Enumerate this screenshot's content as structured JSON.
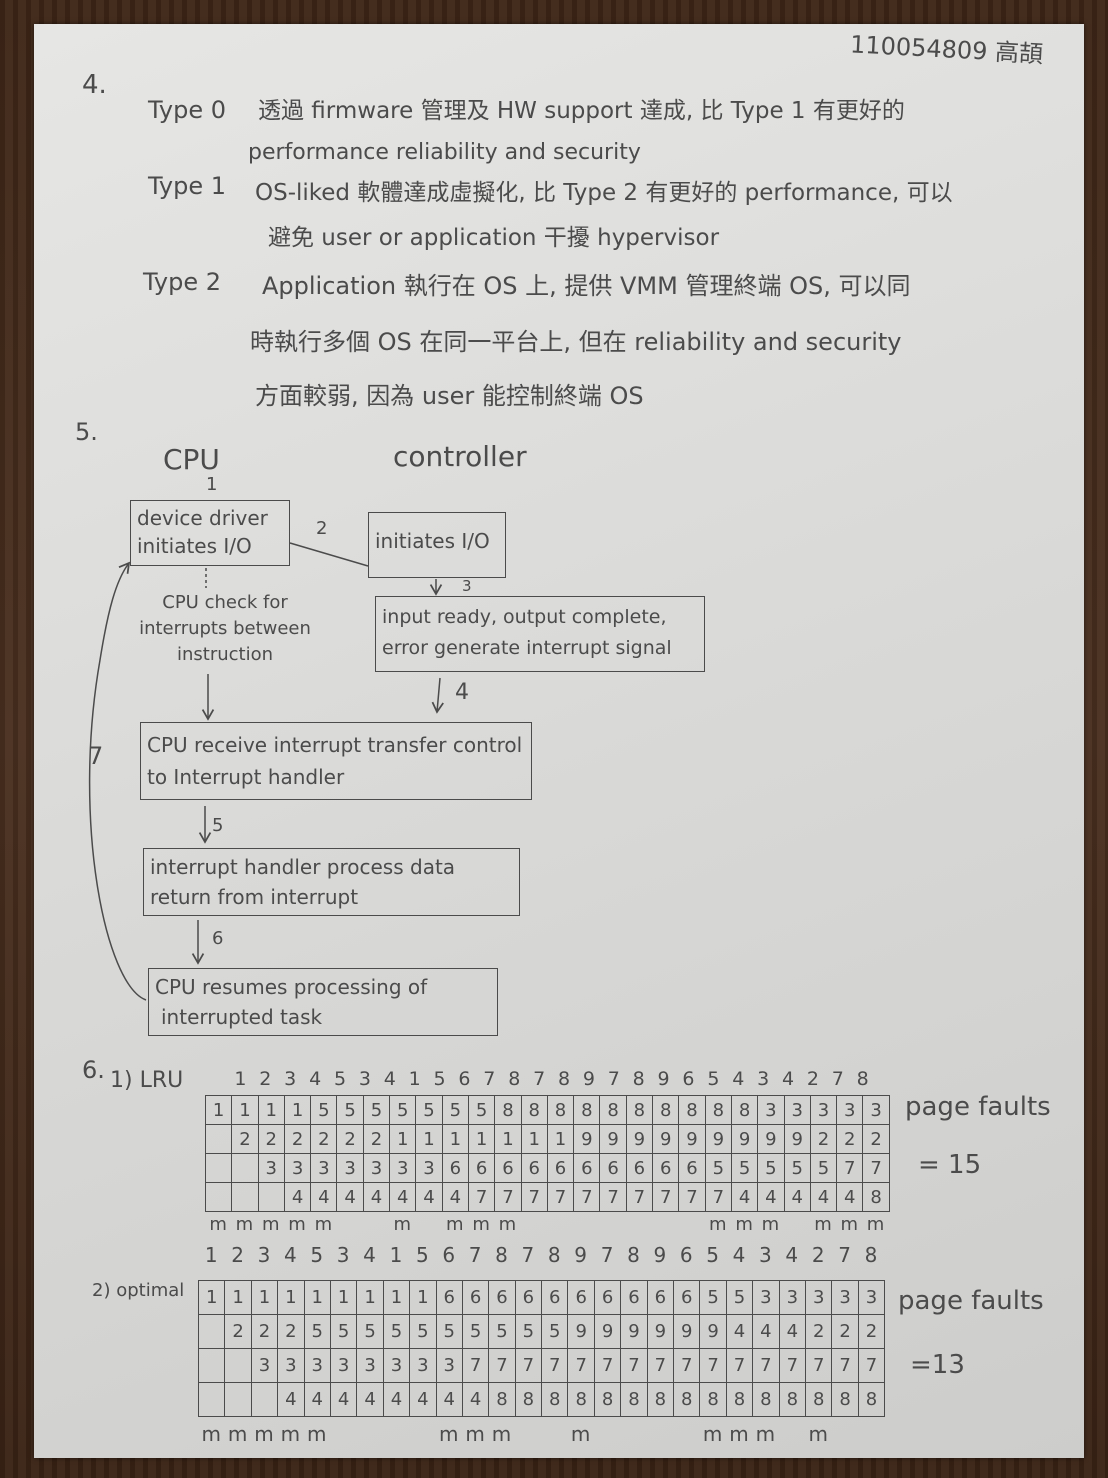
{
  "colors": {
    "pencil": "#4b4b4b",
    "paper": "#d9d9d7",
    "wood": "#4a3020"
  },
  "header": {
    "student_id": "110054809",
    "student_name": "高頡"
  },
  "q4": {
    "number": "4.",
    "items": [
      {
        "label": "Type 0",
        "lines": [
          "透過 firmware 管理及 HW support 達成, 比 Type 1 有更好的",
          "performance reliability and security"
        ]
      },
      {
        "label": "Type 1",
        "lines": [
          "OS-liked 軟體達成虛擬化, 比 Type 2 有更好的 performance, 可以",
          "避免 user or application 干擾 hypervisor"
        ]
      },
      {
        "label": "Type 2",
        "lines": [
          "Application 執行在 OS 上, 提供 VMM 管理終端 OS, 可以同",
          "時執行多個 OS 在同一平台上, 但在 reliability and security",
          "方面較弱, 因為 user 能控制終端 OS"
        ]
      }
    ]
  },
  "q5": {
    "number": "5.",
    "cpu_label": "CPU",
    "controller_label": "controller",
    "step_numbers": [
      "1",
      "2",
      "3",
      "4",
      "5",
      "6",
      "7"
    ],
    "driver_box": [
      "device driver",
      "initiates I/O"
    ],
    "controller_box": [
      "initiates I/O"
    ],
    "signal_box": [
      "input ready, output complete,",
      "error generate interrupt signal"
    ],
    "cpu_check": [
      "CPU check for",
      "interrupts between",
      "instruction"
    ],
    "receive_box": [
      "CPU receive interrupt transfer control",
      "to Interrupt handler"
    ],
    "handler_box": [
      "interrupt handler process data",
      "return from interrupt"
    ],
    "resume_box": [
      "CPU resumes processing of",
      "interrupted task"
    ]
  },
  "q6": {
    "number": "6.",
    "lru": {
      "label": "1) LRU",
      "reference": [
        "1",
        "2",
        "3",
        "4",
        "5",
        "3",
        "4",
        "1",
        "5",
        "6",
        "7",
        "8",
        "7",
        "8",
        "9",
        "7",
        "8",
        "9",
        "6",
        "5",
        "4",
        "3",
        "4",
        "2",
        "7",
        "8"
      ],
      "frames": [
        [
          "1",
          "1",
          "1",
          "1",
          "5",
          "5",
          "5",
          "5",
          "5",
          "5",
          "5",
          "8",
          "8",
          "8",
          "8",
          "8",
          "8",
          "8",
          "8",
          "8",
          "8",
          "3",
          "3",
          "3",
          "3",
          "3"
        ],
        [
          "",
          "2",
          "2",
          "2",
          "2",
          "2",
          "2",
          "1",
          "1",
          "1",
          "1",
          "1",
          "1",
          "1",
          "9",
          "9",
          "9",
          "9",
          "9",
          "9",
          "9",
          "9",
          "9",
          "2",
          "2",
          "2"
        ],
        [
          "",
          "",
          "3",
          "3",
          "3",
          "3",
          "3",
          "3",
          "3",
          "6",
          "6",
          "6",
          "6",
          "6",
          "6",
          "6",
          "6",
          "6",
          "6",
          "5",
          "5",
          "5",
          "5",
          "5",
          "7",
          "7"
        ],
        [
          "",
          "",
          "",
          "4",
          "4",
          "4",
          "4",
          "4",
          "4",
          "4",
          "7",
          "7",
          "7",
          "7",
          "7",
          "7",
          "7",
          "7",
          "7",
          "7",
          "4",
          "4",
          "4",
          "4",
          "4",
          "8"
        ]
      ],
      "faults": [
        "m",
        "m",
        "m",
        "m",
        "m",
        "",
        "",
        "m",
        "",
        "m",
        "m",
        "m",
        "",
        "",
        "",
        "",
        "",
        "",
        "",
        "m",
        "m",
        "m",
        "",
        "m",
        "m",
        "m"
      ],
      "page_faults_label": "page faults",
      "page_faults_value": "= 15"
    },
    "optimal": {
      "label": "2) optimal",
      "reference": [
        "1",
        "2",
        "3",
        "4",
        "5",
        "3",
        "4",
        "1",
        "5",
        "6",
        "7",
        "8",
        "7",
        "8",
        "9",
        "7",
        "8",
        "9",
        "6",
        "5",
        "4",
        "3",
        "4",
        "2",
        "7",
        "8"
      ],
      "frames": [
        [
          "1",
          "1",
          "1",
          "1",
          "1",
          "1",
          "1",
          "1",
          "1",
          "6",
          "6",
          "6",
          "6",
          "6",
          "6",
          "6",
          "6",
          "6",
          "6",
          "5",
          "5",
          "3",
          "3",
          "3",
          "3",
          "3"
        ],
        [
          "",
          "2",
          "2",
          "2",
          "5",
          "5",
          "5",
          "5",
          "5",
          "5",
          "5",
          "5",
          "5",
          "5",
          "9",
          "9",
          "9",
          "9",
          "9",
          "9",
          "4",
          "4",
          "4",
          "2",
          "2",
          "2"
        ],
        [
          "",
          "",
          "3",
          "3",
          "3",
          "3",
          "3",
          "3",
          "3",
          "3",
          "7",
          "7",
          "7",
          "7",
          "7",
          "7",
          "7",
          "7",
          "7",
          "7",
          "7",
          "7",
          "7",
          "7",
          "7",
          "7"
        ],
        [
          "",
          "",
          "",
          "4",
          "4",
          "4",
          "4",
          "4",
          "4",
          "4",
          "4",
          "8",
          "8",
          "8",
          "8",
          "8",
          "8",
          "8",
          "8",
          "8",
          "8",
          "8",
          "8",
          "8",
          "8",
          "8"
        ]
      ],
      "faults": [
        "m",
        "m",
        "m",
        "m",
        "m",
        "",
        "",
        "",
        "",
        "m",
        "m",
        "m",
        "",
        "",
        "m",
        "",
        "",
        "",
        "",
        "m",
        "m",
        "m",
        "",
        "m",
        "",
        ""
      ],
      "page_faults_label": "page faults",
      "page_faults_value": "=13"
    }
  }
}
